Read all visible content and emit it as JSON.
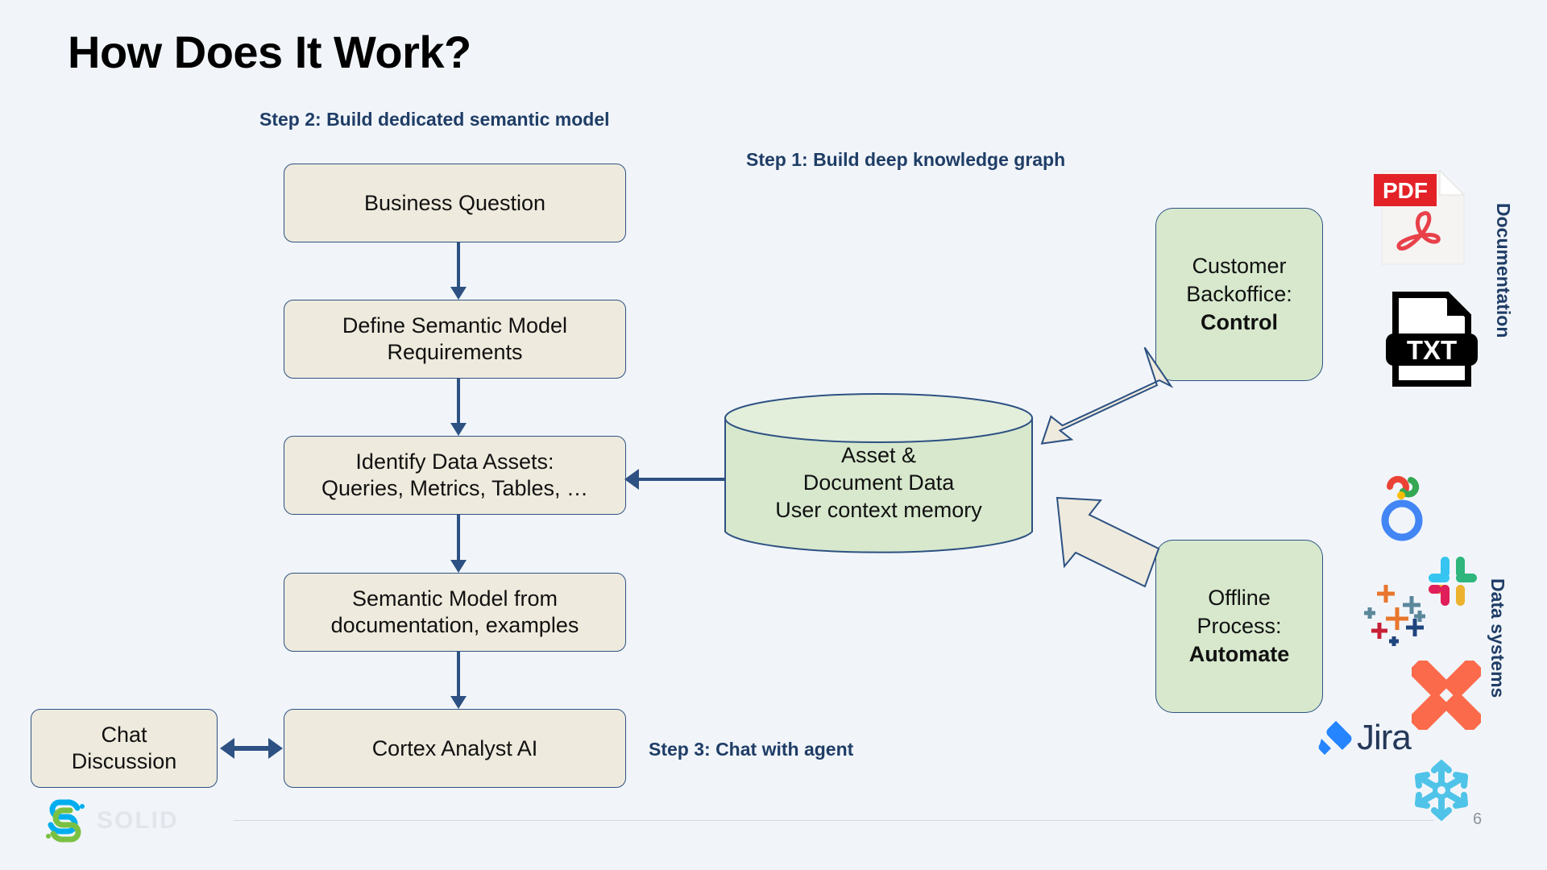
{
  "slide": {
    "title": "How Does It Work?",
    "page_number": "6",
    "background_color": "#f1f5fa",
    "accent_color": "#1f3d66"
  },
  "steps": {
    "step1": "Step 1: Build deep knowledge graph",
    "step2": "Step 2: Build dedicated semantic model",
    "step3": "Step 3: Chat with agent"
  },
  "flow": {
    "business_question": "Business Question",
    "define_requirements_line1": "Define Semantic Model",
    "define_requirements_line2": "Requirements",
    "identify_assets_line1": "Identify Data Assets:",
    "identify_assets_line2": "Queries, Metrics, Tables, …",
    "semantic_model_line1": "Semantic Model from",
    "semantic_model_line2": "documentation, examples",
    "cortex_analyst": "Cortex Analyst AI",
    "chat_line1": "Chat",
    "chat_line2": "Discussion",
    "box_fill": "#eeeadd",
    "box_border": "#2d5182"
  },
  "database": {
    "line1": "Asset &",
    "line2": "Document Data",
    "line3": "User context memory",
    "fill": "#d7e8cd",
    "border": "#2d5182"
  },
  "sources": {
    "control": {
      "line1": "Customer",
      "line2": "Backoffice:",
      "emphasis": "Control"
    },
    "automate": {
      "line1": "Offline",
      "line2": "Process:",
      "emphasis": "Automate"
    },
    "fill": "#d7e8cd",
    "border": "#2d5182"
  },
  "rails": {
    "documentation_label": "Documentation",
    "data_systems_label": "Data systems",
    "documentation_icons": [
      "pdf-file-icon",
      "txt-file-icon"
    ],
    "data_system_icons": [
      "google-analytics-icon",
      "slack-icon",
      "tableau-icon",
      "airtable-icon",
      "jira-icon",
      "snowflake-icon"
    ],
    "pdf_label": "PDF",
    "txt_label": "TXT",
    "jira_label": "Jira"
  },
  "branding": {
    "logo_text": "SOLID",
    "logo_colors": [
      "#00aeef",
      "#7ac142"
    ]
  }
}
